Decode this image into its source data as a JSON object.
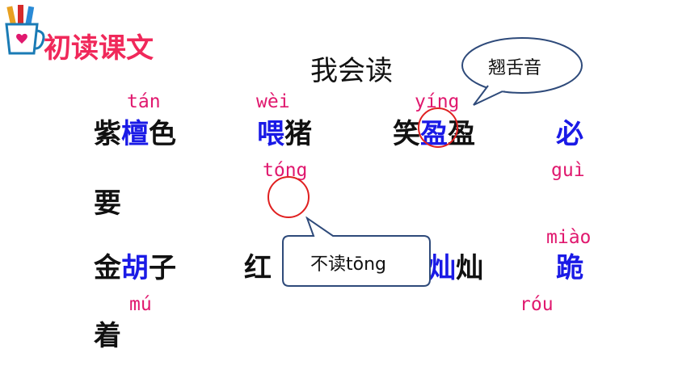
{
  "header": {
    "title": "初读课文",
    "heading": "我会读"
  },
  "bubble_top": "翘舌音",
  "bubble_mid": "不读tōng",
  "colors": {
    "pinyin": "#e0186e",
    "highlight": "#1a1ae6",
    "title": "#f0285a",
    "bubble_border": "#2e4a7a",
    "circle": "#e02020"
  },
  "row1": {
    "py": [
      "tán",
      "wèi",
      "yíng"
    ],
    "w1": [
      "紫",
      "檀",
      "色"
    ],
    "w2": [
      "喂",
      "猪"
    ],
    "w3": [
      "笑",
      "盈",
      "盈"
    ],
    "w4": "必"
  },
  "row2": {
    "py": [
      "tóng",
      "guì"
    ],
    "w1": "要"
  },
  "row3": {
    "py": [
      "miào"
    ],
    "w1": [
      "金",
      "胡",
      "子"
    ],
    "w2": "红",
    "w3": [
      "灿",
      "灿"
    ],
    "w4": "跪"
  },
  "row4": {
    "py": [
      "mú",
      "róu"
    ],
    "w1": "着"
  }
}
